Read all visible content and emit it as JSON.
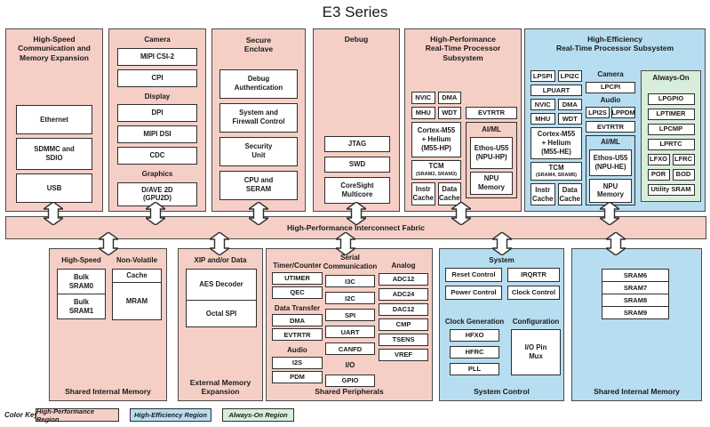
{
  "title": "E3 Series",
  "fabric": {
    "label": "High-Performance Interconnect Fabric"
  },
  "color_key": {
    "label": "Color Key:",
    "items": [
      {
        "label": "High-Performance Region",
        "color": "#f5cfc6"
      },
      {
        "label": "High-Efficiency Region",
        "color": "#b7ddf0"
      },
      {
        "label": "Always-On Region",
        "color": "#d8eedb"
      }
    ]
  },
  "hs_comm": {
    "title": "High-Speed\nCommunication and\nMemory Expansion",
    "items": [
      "Ethernet",
      "SDMMC and\nSDIO",
      "USB"
    ]
  },
  "multimedia": {
    "camera_header": "Camera",
    "camera_items": [
      "MIPI CSI-2",
      "CPI"
    ],
    "display_header": "Display",
    "display_items": [
      "DPI",
      "MIPI DSI",
      "CDC"
    ],
    "graphics_header": "Graphics",
    "graphics_items": [
      "D/AVE 2D\n(GPU2D)"
    ]
  },
  "secure": {
    "title": "Secure\nEnclave",
    "items": [
      "Debug\nAuthentication",
      "System and\nFirewall Control",
      "Security\nUnit",
      "CPU and\nSERAM"
    ]
  },
  "debug": {
    "title": "Debug",
    "items": [
      "JTAG",
      "SWD",
      "CoreSight\nMulticore"
    ]
  },
  "hp": {
    "title": "High-Performance\nReal-Time Processor Subsystem",
    "nvic": "NVIC",
    "dma": "DMA",
    "mhu": "MHU",
    "wdt": "WDT",
    "cpu": "Cortex-M55\n+ Helium\n(M55-HP)",
    "tcm": "TCM",
    "tcm_sub": "(SRAM2, SRAM3)",
    "instr_cache": "Instr\nCache",
    "data_cache": "Data\nCache",
    "evtrtr": "EVTRTR",
    "aiml": "AI/ML",
    "npu": "Ethos-U55\n(NPU-HP)",
    "npu_mem": "NPU\nMemory"
  },
  "he": {
    "title": "High-Efficiency\nReal-Time Processor Subsystem",
    "lpspi": "LPSPI",
    "lpi2c": "LPI2C",
    "lpuart": "LPUART",
    "nvic": "NVIC",
    "dma": "DMA",
    "mhu": "MHU",
    "wdt": "WDT",
    "cpu": "Cortex-M55\n+ Helium\n(M55-HE)",
    "tcm": "TCM",
    "tcm_sub": "(SRAM4, SRAM5)",
    "instr_cache": "Instr\nCache",
    "data_cache": "Data\nCache",
    "camera_header": "Camera",
    "lpcpi": "LPCPI",
    "audio_header": "Audio",
    "lpi2s": "LPI2S",
    "lppdm": "LPPDM",
    "evtrtr": "EVTRTR",
    "aiml": "AI/ML",
    "npu": "Ethos-U55\n(NPU-HE)",
    "npu_mem": "NPU\nMemory",
    "ao": {
      "title": "Always-On",
      "items": [
        "LPGPIO",
        "LPTIMER",
        "LPCMP",
        "LPRTC"
      ],
      "lfxo": "LFXO",
      "lfrc": "LFRC",
      "por": "POR",
      "bod": "BOD",
      "utility": "Utility SRAM"
    }
  },
  "mem_left": {
    "hs_header": "High-Speed",
    "hs_items": [
      "Bulk\nSRAM0",
      "Bulk\nSRAM1"
    ],
    "nv_header": "Non-Volatile",
    "nv_items": [
      "Cache",
      "MRAM"
    ],
    "title": "Shared Internal Memory"
  },
  "ext_mem": {
    "header": "XIP and/or Data",
    "items": [
      "AES Decoder",
      "Octal SPI"
    ],
    "title": "External Memory\nExpansion"
  },
  "periph": {
    "timer_header": "Timer/Counter",
    "timer_items": [
      "UTIMER",
      "QEC"
    ],
    "dt_header": "Data Transfer",
    "dt_items": [
      "DMA",
      "EVTRTR"
    ],
    "audio_header": "Audio",
    "audio_items": [
      "I2S",
      "PDM"
    ],
    "serial_header": "Serial\nCommunication",
    "serial_items": [
      "I3C",
      "I2C",
      "SPI",
      "UART",
      "CANFD"
    ],
    "io_header": "I/O",
    "io_items": [
      "GPIO"
    ],
    "analog_header": "Analog",
    "analog_items": [
      "ADC12",
      "ADC24",
      "DAC12",
      "CMP",
      "TSENS",
      "VREF"
    ],
    "title": "Shared Peripherals"
  },
  "sysctl": {
    "system_header": "System",
    "system_items": [
      "Reset Control",
      "IRQRTR",
      "Power Control",
      "Clock Control"
    ],
    "clock_header": "Clock Generation",
    "clock_items": [
      "HFXO",
      "HFRC",
      "PLL"
    ],
    "config_header": "Configuration",
    "config_item": "I/O Pin\nMux",
    "title": "System Control"
  },
  "mem_right": {
    "items": [
      "SRAM6",
      "SRAM7",
      "SRAM8",
      "SRAM9"
    ],
    "title": "Shared Internal Memory"
  }
}
